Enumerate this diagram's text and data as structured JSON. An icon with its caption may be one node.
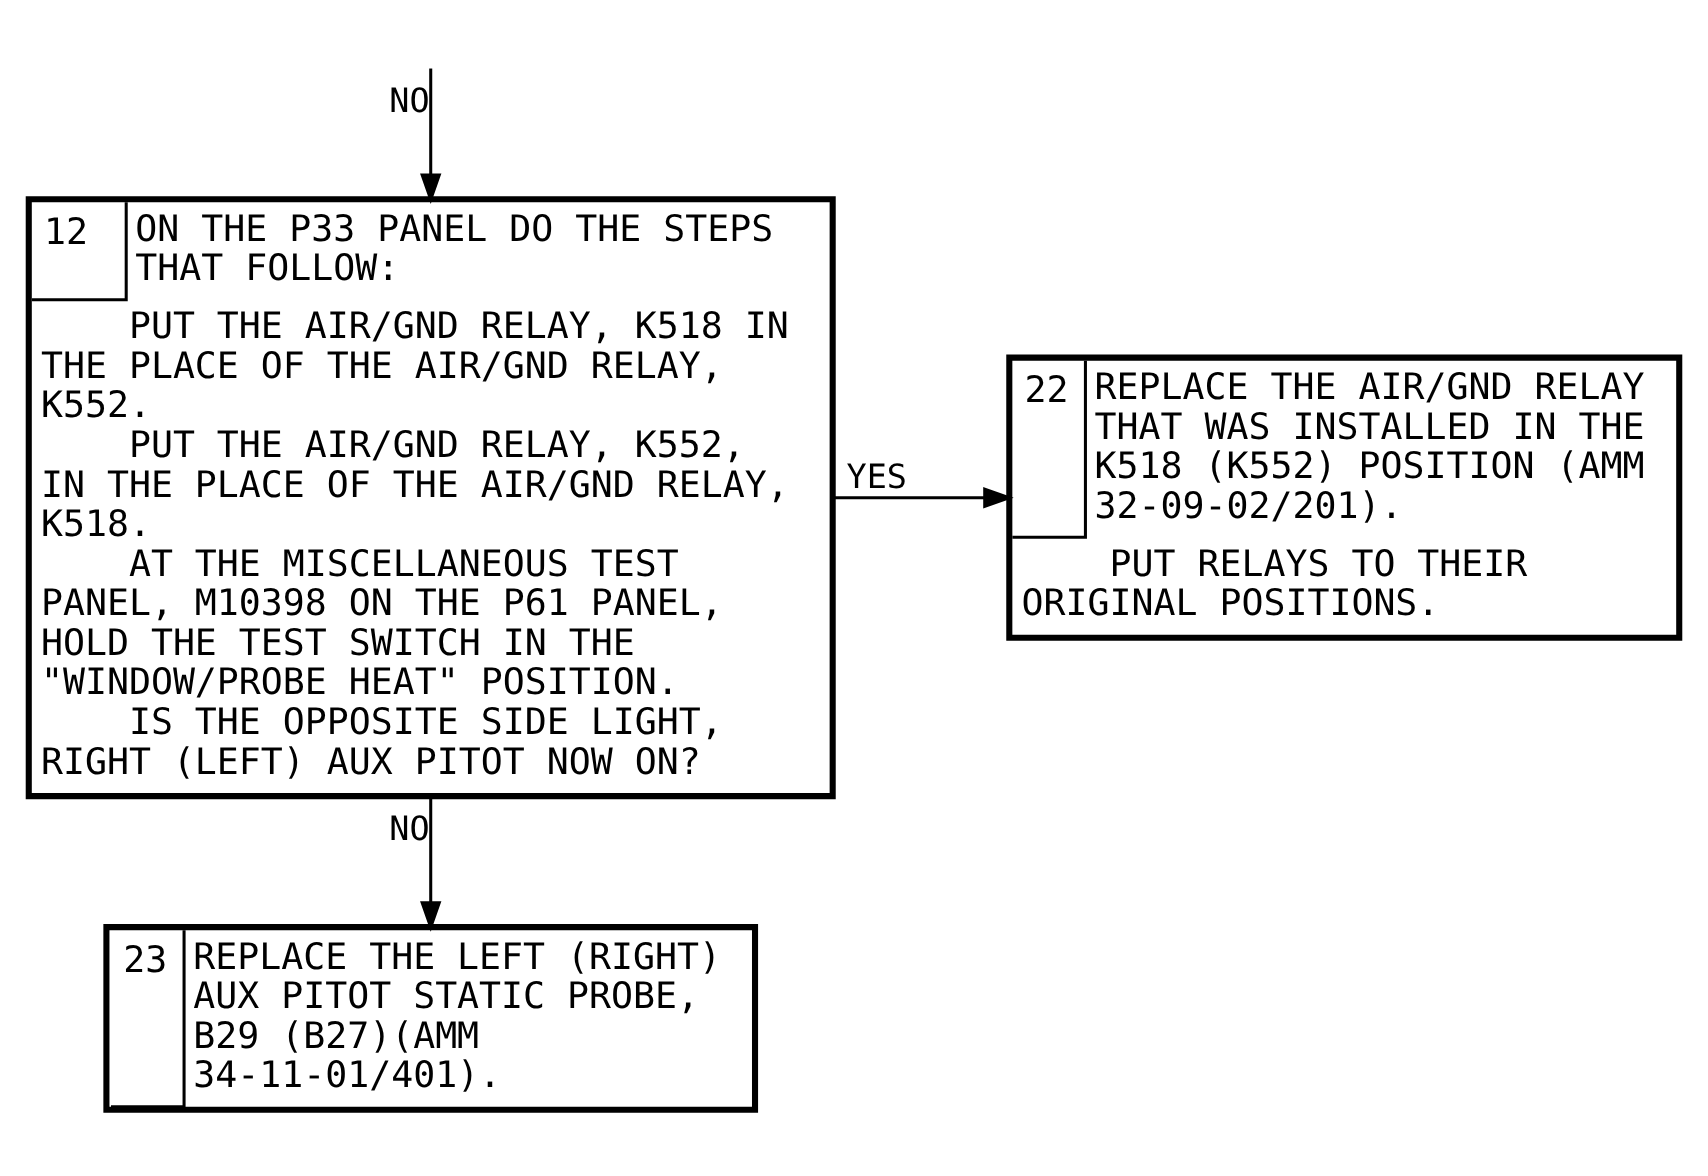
{
  "diagram": {
    "nodes": [
      {
        "text": [
          "12",
          "ON THE P33 PANEL DO THE STEPS THAT FOLLOW:",
          "PUT THE AIR/GND RELAY, K518 IN THE PLACE OF THE AIR/GND RELAY, K552.",
          "PUT THE AIR/GND RELAY, K552, IN THE PLACE OF THE AIR/GND RELAY, K518.",
          "AT THE MISCELLANEOUS TEST PANEL, M10398 ON THE P61 PANEL, HOLD THE TEST SWITCH IN THE \"WINDOW/PROBE HEAT\" POSITION.",
          "IS THE OPPOSITE SIDE LIGHT, RIGHT (LEFT) AUX PITOT NOW ON?"
        ]
      },
      {
        "text": [
          "22",
          "REPLACE THE AIR/GND RELAY THAT WAS INSTALLED IN THE K518 (K552) POSITION (AMM 32-09-02/201).",
          "PUT RELAYS TO THEIR ORIGINAL POSITIONS."
        ]
      },
      {
        "text": [
          "23",
          "REPLACE THE LEFT (RIGHT) AUX PITOT STATIC PROBE, B29 (B27)(AMM 34-11-01/401)."
        ]
      }
    ],
    "edges": [
      {
        "from": null,
        "to": 0,
        "arrow": "to",
        "label": "NO"
      },
      {
        "from": 0,
        "to": 1,
        "arrow": "to",
        "label": "YES"
      },
      {
        "from": 0,
        "to": 2,
        "arrow": "to",
        "label": "NO"
      }
    ]
  }
}
